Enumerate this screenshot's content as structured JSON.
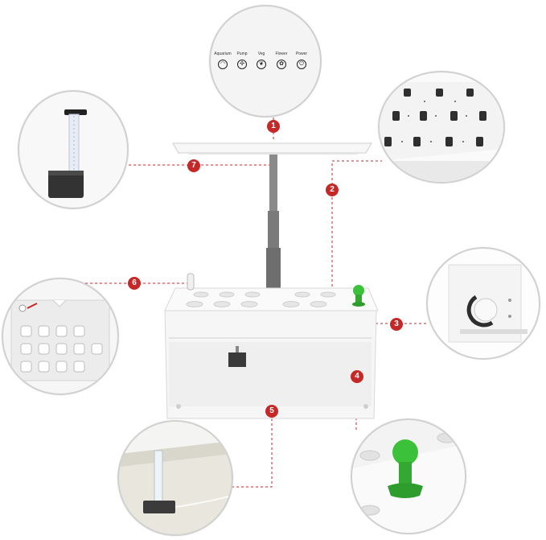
{
  "callouts": [
    "1",
    "2",
    "3",
    "4",
    "5",
    "6",
    "7"
  ],
  "control_panel": {
    "labels": [
      "Aquarium",
      "Pump",
      "Veg",
      "Flower",
      "Power"
    ],
    "icons": [
      "fish-icon",
      "fan-icon",
      "leaf-icon",
      "flower-icon",
      "power-icon"
    ]
  },
  "colors": {
    "callout": "#c62828",
    "leader_line": "#c62828",
    "plant_cap": "#3cc23a",
    "body": "#f5f5f5"
  }
}
